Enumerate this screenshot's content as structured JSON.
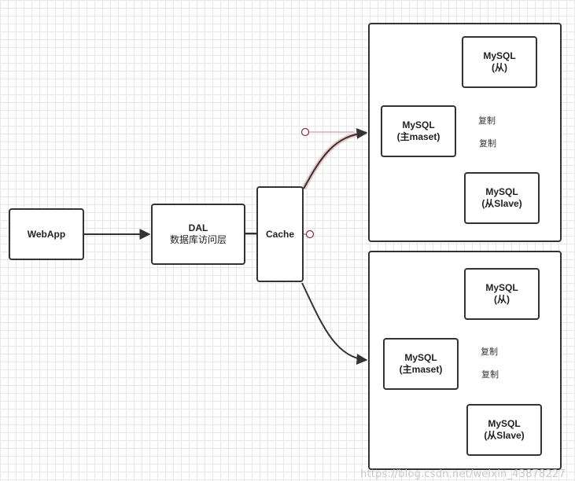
{
  "nodes": {
    "webapp": "WebApp",
    "dal_title": "DAL",
    "dal_subtitle": "数据库访问层",
    "cache": "Cache",
    "cluster1": {
      "master_line1": "MySQL",
      "master_line2": "(主maset)",
      "slave_a_line1": "MySQL",
      "slave_a_line2": "(从)",
      "slave_b_line1": "MySQL",
      "slave_b_line2": "(从Slave)"
    },
    "cluster2": {
      "master_line1": "MySQL",
      "master_line2": "(主maset)",
      "slave_a_line1": "MySQL",
      "slave_a_line2": "(从)",
      "slave_b_line1": "MySQL",
      "slave_b_line2": "(从Slave)"
    }
  },
  "edge_labels": {
    "c1_copy_up": "复制",
    "c1_copy_down": "复制",
    "c2_copy_up": "复制",
    "c2_copy_down": "复制"
  },
  "colors": {
    "stroke": "#333333",
    "highlight": "#e8b4b4",
    "handle": "#8b2b3b"
  },
  "watermark": "https://blog.csdn.net/weixin_43878227"
}
